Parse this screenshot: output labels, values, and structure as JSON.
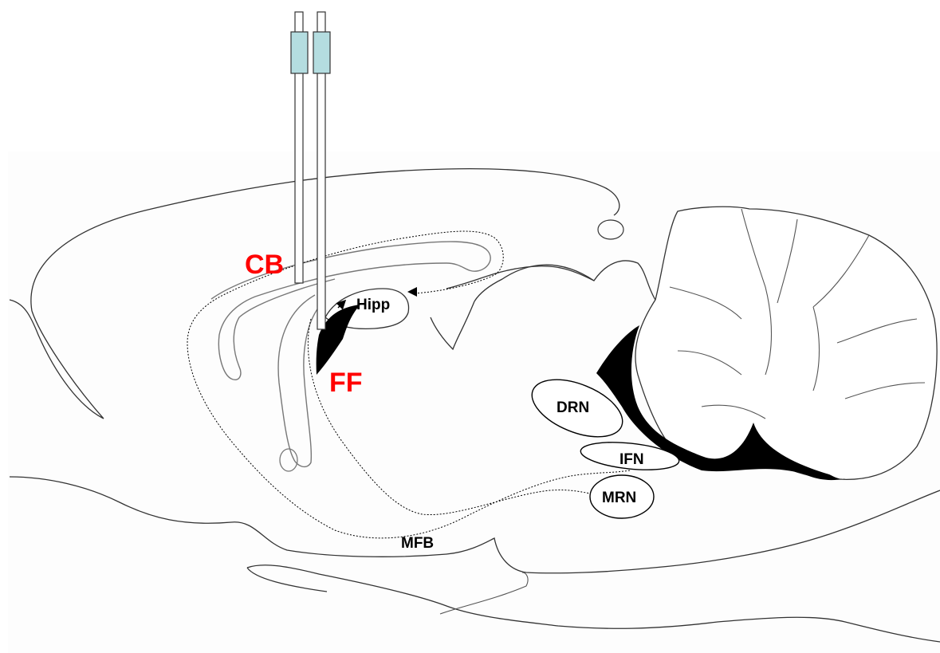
{
  "labels": {
    "cb": "CB",
    "ff": "FF",
    "hipp": "Hipp",
    "drn": "DRN",
    "ifn": "IFN",
    "mrn": "MRN",
    "mfb": "MFB"
  },
  "colors": {
    "highlight": "#ff0000",
    "electrode_tip": "#b4dde0",
    "outline": "#333333",
    "fill_black": "#000000"
  },
  "icons": {
    "arrow_left": "arrow-left-icon",
    "arrow_up_right": "arrow-up-right-icon"
  }
}
